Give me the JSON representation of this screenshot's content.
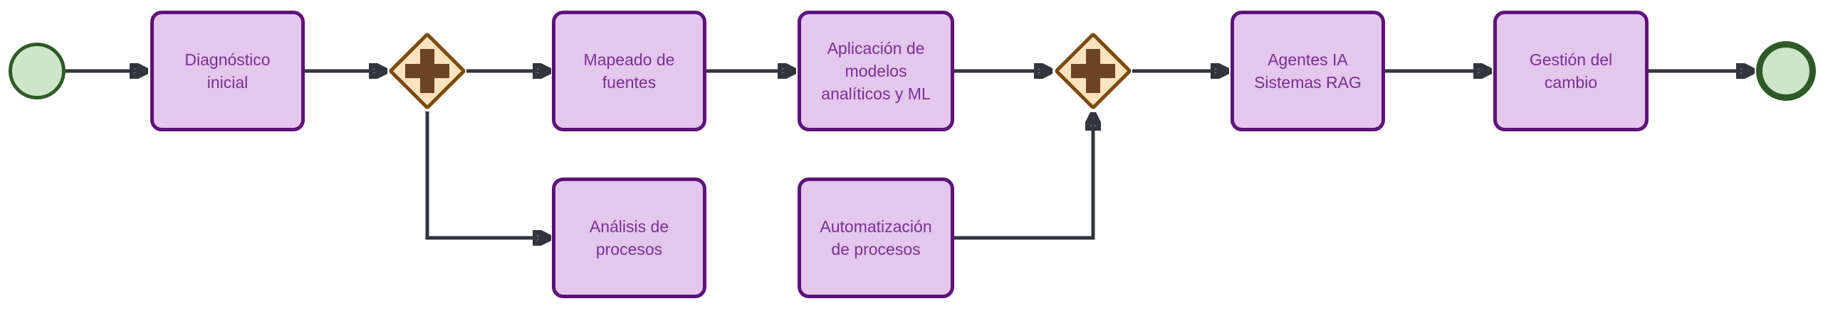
{
  "diagram": {
    "type": "bpmn-process-flow",
    "nodes": [
      {
        "id": "start",
        "kind": "start-event",
        "label": ""
      },
      {
        "id": "diagnostico",
        "kind": "task",
        "label": "Diagnóstico\ninicial"
      },
      {
        "id": "gateway-split",
        "kind": "parallel-gateway",
        "symbol": "+"
      },
      {
        "id": "mapeado",
        "kind": "task",
        "label": "Mapeado de\nfuentes"
      },
      {
        "id": "aplicacion",
        "kind": "task",
        "label": "Aplicación de\nmodelos\nanalíticos y ML"
      },
      {
        "id": "analisis",
        "kind": "task",
        "label": "Análisis de\nprocesos"
      },
      {
        "id": "automatizacion",
        "kind": "task",
        "label": "Automatización\nde procesos"
      },
      {
        "id": "gateway-join",
        "kind": "parallel-gateway",
        "symbol": "+"
      },
      {
        "id": "agentes",
        "kind": "task",
        "label": "Agentes IA\nSistemas RAG"
      },
      {
        "id": "gestion",
        "kind": "task",
        "label": "Gestión del\ncambio"
      },
      {
        "id": "end",
        "kind": "end-event",
        "label": ""
      }
    ],
    "edges": [
      {
        "from": "start",
        "to": "diagnostico"
      },
      {
        "from": "diagnostico",
        "to": "gateway-split"
      },
      {
        "from": "gateway-split",
        "to": "mapeado"
      },
      {
        "from": "gateway-split",
        "to": "analisis"
      },
      {
        "from": "mapeado",
        "to": "aplicacion"
      },
      {
        "from": "aplicacion",
        "to": "gateway-join"
      },
      {
        "from": "analisis",
        "to": "automatizacion"
      },
      {
        "from": "automatizacion",
        "to": "gateway-join"
      },
      {
        "from": "gateway-join",
        "to": "agentes"
      },
      {
        "from": "agentes",
        "to": "gestion"
      },
      {
        "from": "gestion",
        "to": "end"
      }
    ]
  },
  "colors": {
    "task_fill": "#E3C7EC",
    "task_border": "#5D1278",
    "task_text": "#7B2F96",
    "gateway_fill": "#FAE3BE",
    "gateway_border": "#7C4A0D",
    "gateway_plus": "#6B4423",
    "event_fill": "#CDE6C9",
    "event_border": "#2E5A27",
    "connector": "#32363C",
    "canvas_bg": "#FFFFFF"
  }
}
